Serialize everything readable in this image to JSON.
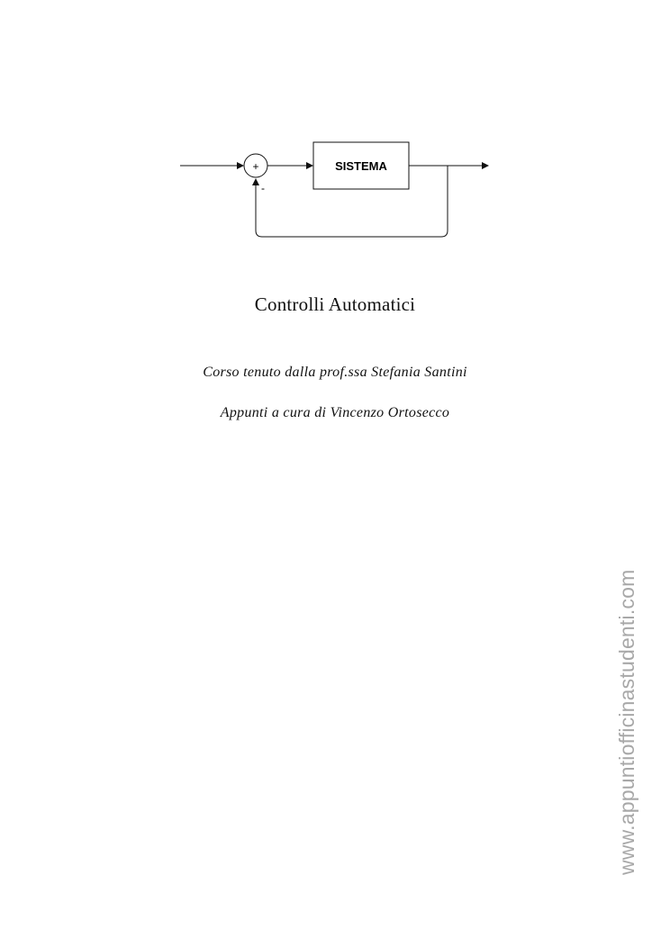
{
  "diagram": {
    "block_label": "SISTEMA",
    "sum_plus": "+",
    "sum_minus": "-"
  },
  "title": "Controlli Automatici",
  "course": "Corso tenuto dalla prof.ssa Stefania Santini",
  "notes": "Appunti a cura di Vincenzo Ortosecco",
  "watermark": "www.appuntiofficinastudenti.com"
}
